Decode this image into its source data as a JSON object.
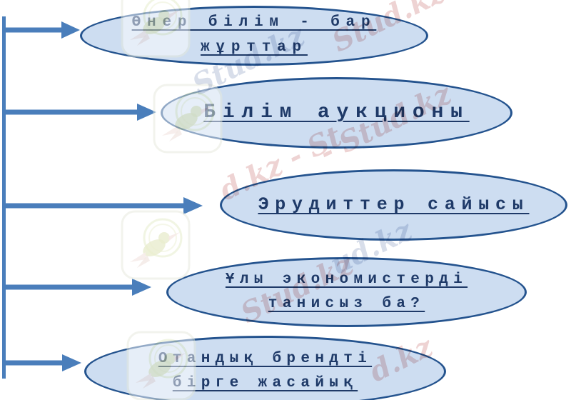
{
  "diagram": {
    "type": "spider-list",
    "nodes": [
      {
        "text": "Өнер білім - бар жұрттар",
        "lines": [
          "Өнер білім - бар",
          "жұрттар"
        ]
      },
      {
        "text": "Білім аукционы",
        "lines": [
          "Білім аукционы"
        ]
      },
      {
        "text": "Эрудиттер сайысы",
        "lines": [
          "Эрудиттер сайысы"
        ]
      },
      {
        "text": "Ұлы экономистерді танисыз ба?",
        "lines": [
          "Ұлы экономистерді",
          "танисыз ба?"
        ]
      },
      {
        "text": "Отандық брендті бірге жасайық",
        "lines": [
          "Отандық брендті",
          "бірге жасайық"
        ]
      }
    ]
  },
  "watermarks": {
    "brand": "Stud.kz",
    "texts": [
      {
        "text": "Stud.kz"
      },
      {
        "text": "Stud.kz"
      },
      {
        "text": "- Stud.kz"
      },
      {
        "text": "d.kz - St"
      },
      {
        "text": "ud.kz"
      },
      {
        "text": "Stud.kz"
      },
      {
        "text": "d.kz"
      }
    ]
  },
  "colors": {
    "node_fill": "#cdddf1",
    "node_border": "#24538e",
    "node_text": "#1f3a68",
    "arrow": "#4a7ebb",
    "watermark_pink": "#eed3d3",
    "watermark_blue": "#d8deea"
  }
}
